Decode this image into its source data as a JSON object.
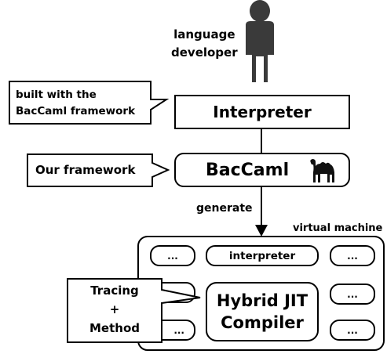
{
  "person": {
    "label_line1": "language",
    "label_line2": "developer"
  },
  "interpreter_box": {
    "label": "Interpreter"
  },
  "note_builtwith": {
    "line1": "built with the",
    "line2": "BacCaml framework"
  },
  "baccaml_box": {
    "label": "BacCaml"
  },
  "note_ourframework": {
    "label": "Our framework"
  },
  "arrow": {
    "label": "generate"
  },
  "vm": {
    "label": "virtual machine",
    "interpreter_label": "interpreter",
    "ellipsis": "...",
    "jit_line1": "Hybrid JIT",
    "jit_line2": "Compiler"
  },
  "note_tracing": {
    "line1": "Tracing",
    "line2": "+",
    "line3": "Method"
  },
  "icons": {
    "person": "person-icon",
    "camel": "camel-icon"
  }
}
